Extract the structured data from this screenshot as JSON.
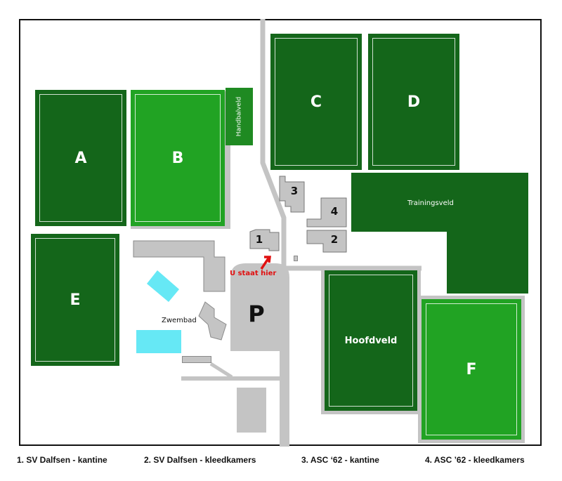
{
  "fields": {
    "a": "A",
    "b": "B",
    "c": "C",
    "d": "D",
    "e": "E",
    "f": "F",
    "handbal": "Handbalveld",
    "training": "Trainingsveld",
    "hoofd": "Hoofdveld"
  },
  "buildings": {
    "b1": "1",
    "b2": "2",
    "b3": "3",
    "b4": "4"
  },
  "parking": "P",
  "pool": "Zwembad",
  "you_are_here": "U staat hier",
  "legend": [
    "1. SV Dalfsen  - kantine",
    "2. SV Dalfsen - kleedkamers",
    "3. ASC ‘62 - kantine",
    "4. ASC ’62 - kleedkamers"
  ],
  "colors": {
    "dark_green": "#14661a",
    "light_green": "#21a323",
    "building": "#c4c4c4",
    "pool": "#66e8f5",
    "marker": "#e01010"
  }
}
